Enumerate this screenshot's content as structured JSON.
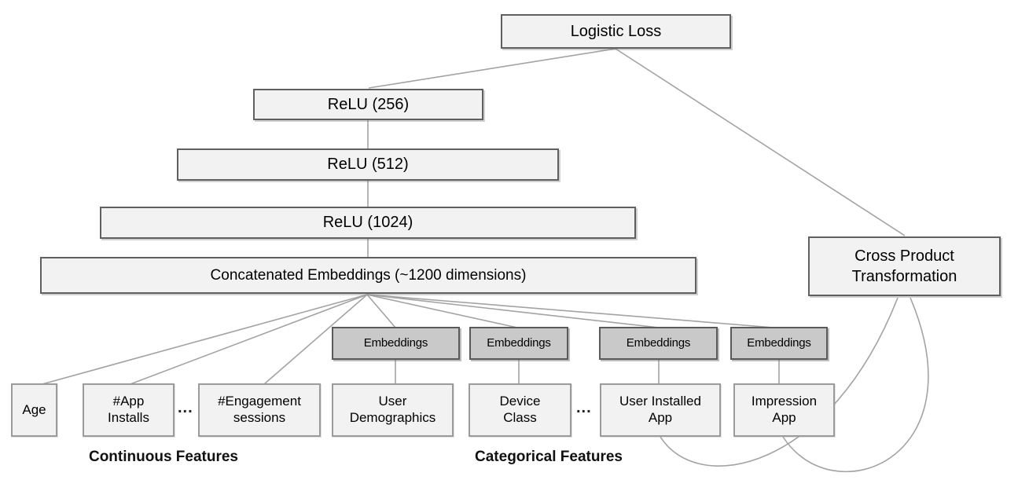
{
  "nodes": {
    "logistic_loss": "Logistic Loss",
    "relu_256": "ReLU (256)",
    "relu_512": "ReLU (512)",
    "relu_1024": "ReLU (1024)",
    "concatenated_embeddings": "Concatenated Embeddings (~1200 dimensions)",
    "cross_product_transformation": "Cross Product\nTransformation",
    "embeddings_1": "Embeddings",
    "embeddings_2": "Embeddings",
    "embeddings_3": "Embeddings",
    "embeddings_4": "Embeddings",
    "age": "Age",
    "num_app_installs": "#App\nInstalls",
    "num_engagement_sessions": "#Engagement\nsessions",
    "user_demographics": "User\nDemographics",
    "device_class": "Device\nClass",
    "user_installed_app": "User Installed\nApp",
    "impression_app": "Impression\nApp",
    "ellipsis_continuous": "...",
    "ellipsis_categorical": "..."
  },
  "group_labels": {
    "continuous_features": "Continuous Features",
    "categorical_features": "Categorical Features"
  },
  "colors": {
    "box_fill_light": "#f2f2f2",
    "box_fill_embedding": "#c9c9c9",
    "box_border_dark": "#606060",
    "box_border_light": "#9b9b9b",
    "connector_line": "#a3a3a3",
    "text": "#000000"
  }
}
